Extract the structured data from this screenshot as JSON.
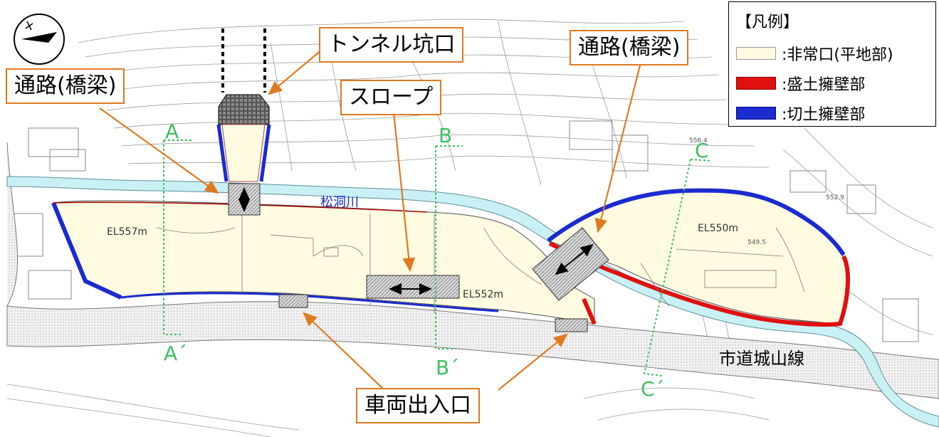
{
  "callouts": {
    "tunnel": "トンネル坑口",
    "passage_left": "通路(橋梁)",
    "passage_right": "通路(橋梁)",
    "slope": "スロープ",
    "vehicle_entrance": "車両出入口"
  },
  "legend": {
    "title": "【凡例】",
    "items": [
      {
        "label": ":非常口(平地部)",
        "color": "#fffbe0",
        "border": "#999999"
      },
      {
        "label": ":盛土擁壁部",
        "color": "#e01010",
        "border": "#800000"
      },
      {
        "label": ":切土擁壁部",
        "color": "#1a2bd0",
        "border": "#000080"
      }
    ]
  },
  "sections": {
    "a_top": "A",
    "a_bottom": "A´",
    "b_top": "B",
    "b_bottom": "B´",
    "c_top": "C",
    "c_bottom": "C´"
  },
  "map_labels": {
    "river": "松洞川",
    "road": "市道城山線",
    "el_557": "EL557m",
    "el_552": "EL552m",
    "el_550": "EL550m",
    "el_small_1": "556.4",
    "el_small_2": "552.9",
    "el_small_3": "549.5"
  },
  "colors": {
    "callout_border": "#e07a1f",
    "arrow": "#e07a1f",
    "section_line": "#3fbf5f",
    "river_fill": "#c9f1f5",
    "site_fill": "#fffbe0",
    "embankment_wall": "#e01010",
    "cut_wall": "#1a2bd0",
    "road_fill": "#eeeeee"
  },
  "icons": {
    "compass": "north-compass-icon"
  }
}
